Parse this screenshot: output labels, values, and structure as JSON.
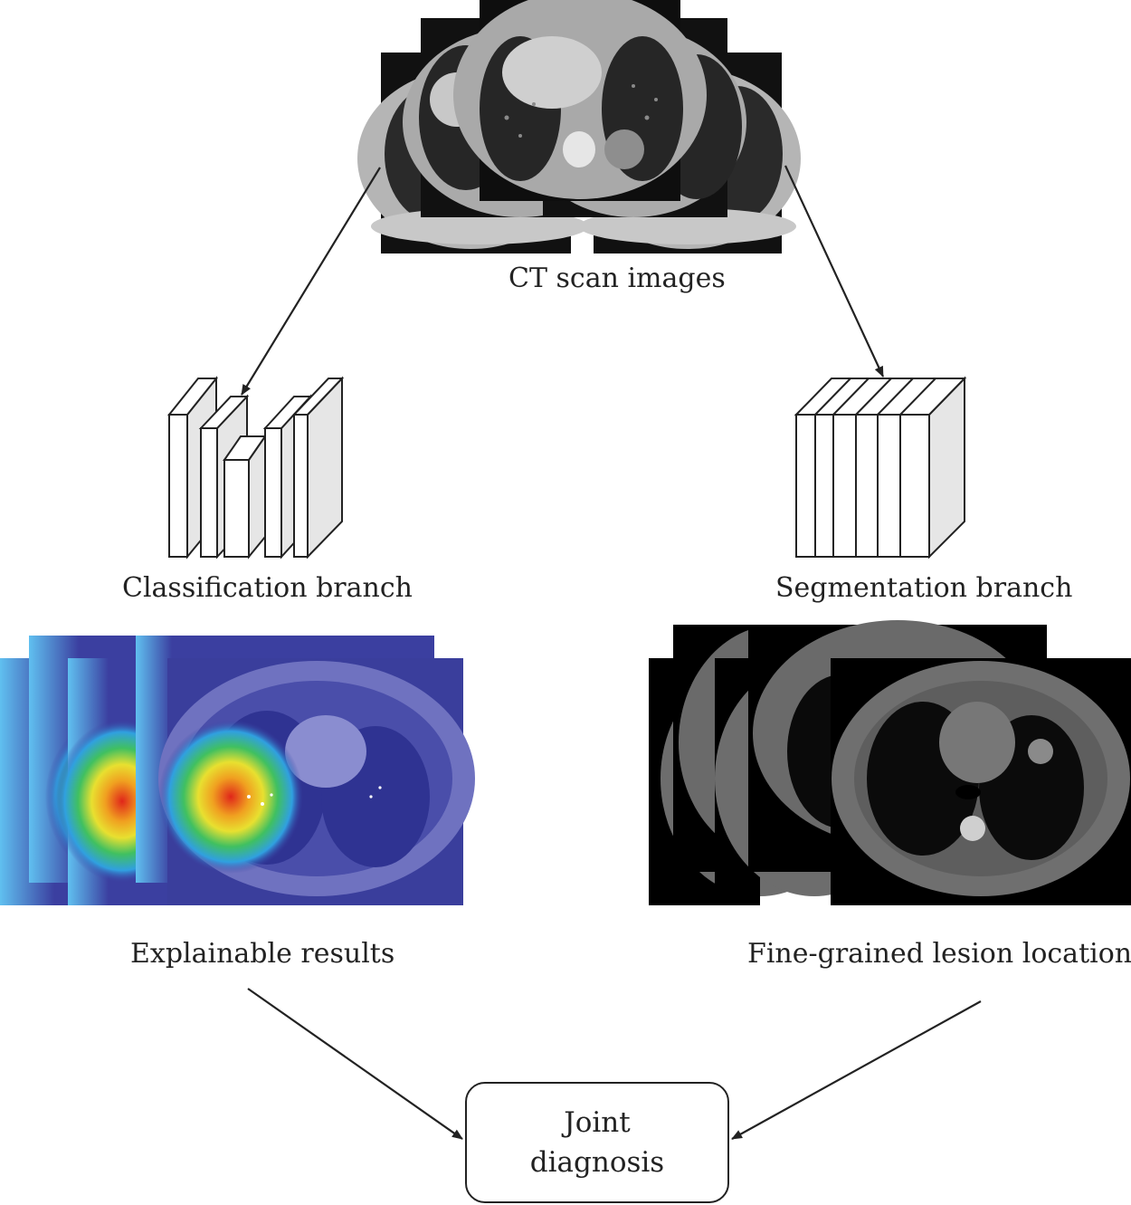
{
  "labels": {
    "ct_scan": "CT scan images",
    "classification": "Classification branch",
    "segmentation": "Segmentation branch",
    "explainable": "Explainable results",
    "fine_grained": "Fine-grained lesion locations"
  },
  "joint_diagnosis": {
    "line1": "Joint",
    "line2": "diagnosis"
  },
  "colors": {
    "ink": "#222222",
    "heatmap_background": "#3b3fa0",
    "heatmap_hot": "#e0261a",
    "ct_gray": "#a9a9a9",
    "seg_background": "#000000"
  }
}
